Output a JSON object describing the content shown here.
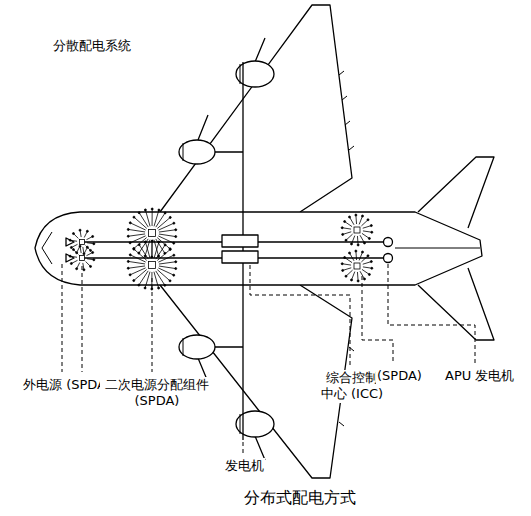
{
  "diagram": {
    "title": "分散配电系统",
    "caption": "分布式配电方式",
    "labels": [
      "外电源 (SPDA)",
      "二次电源分配组件 (SPDA)",
      "综合控制 中心 (ICC)",
      "(SPDA)",
      "APU 发电机",
      "发电机"
    ]
  }
}
